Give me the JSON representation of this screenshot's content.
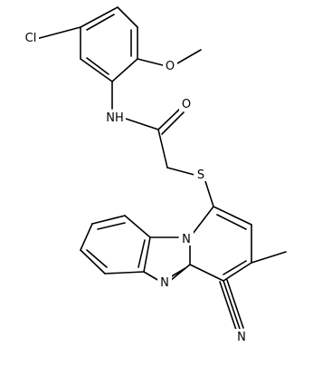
{
  "molecule": {
    "labels": {
      "cl": "Cl",
      "o_methoxy": "O",
      "nh": "NH",
      "o_carbonyl": "O",
      "s": "S",
      "n_bridge": "N",
      "n_imine": "N",
      "n_nitrile": "N"
    }
  }
}
